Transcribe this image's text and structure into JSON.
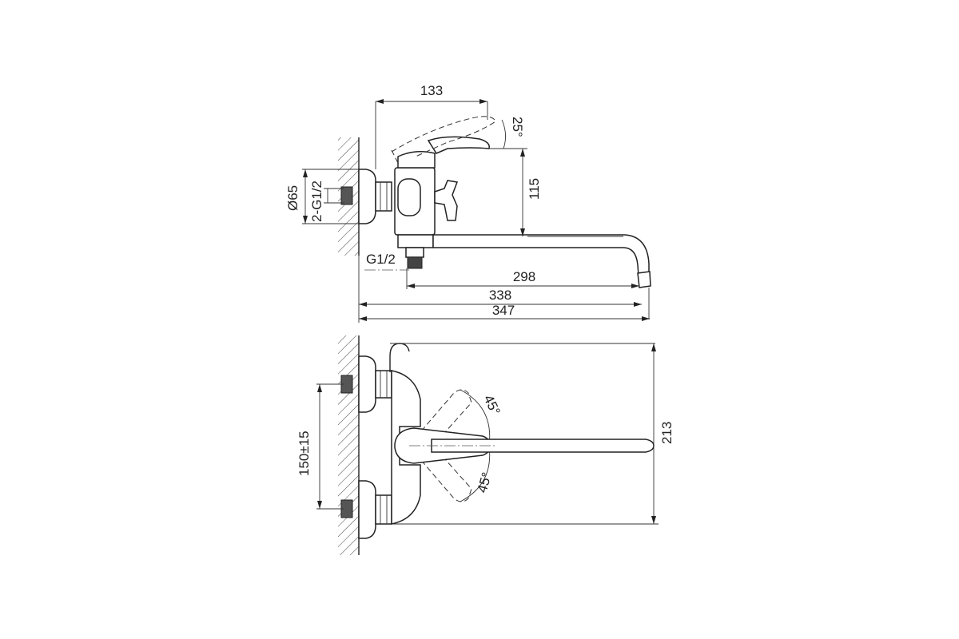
{
  "side_view": {
    "dim_lever_reach": "133",
    "dim_lever_angle": "25°",
    "dim_height": "115",
    "dim_flange_diameter": "Ø65",
    "dim_inlet_thread": "2-G1/2",
    "dim_outlet_thread": "G1/2",
    "dim_spout_298": "298",
    "dim_spout_338": "338",
    "dim_total_347": "347"
  },
  "top_view": {
    "dim_inlet_spacing": "150±15",
    "dim_lever_angle_upper": "45°",
    "dim_lever_angle_lower": "45°",
    "dim_depth": "213"
  },
  "colors": {
    "line": "#222222",
    "background": "#ffffff"
  }
}
